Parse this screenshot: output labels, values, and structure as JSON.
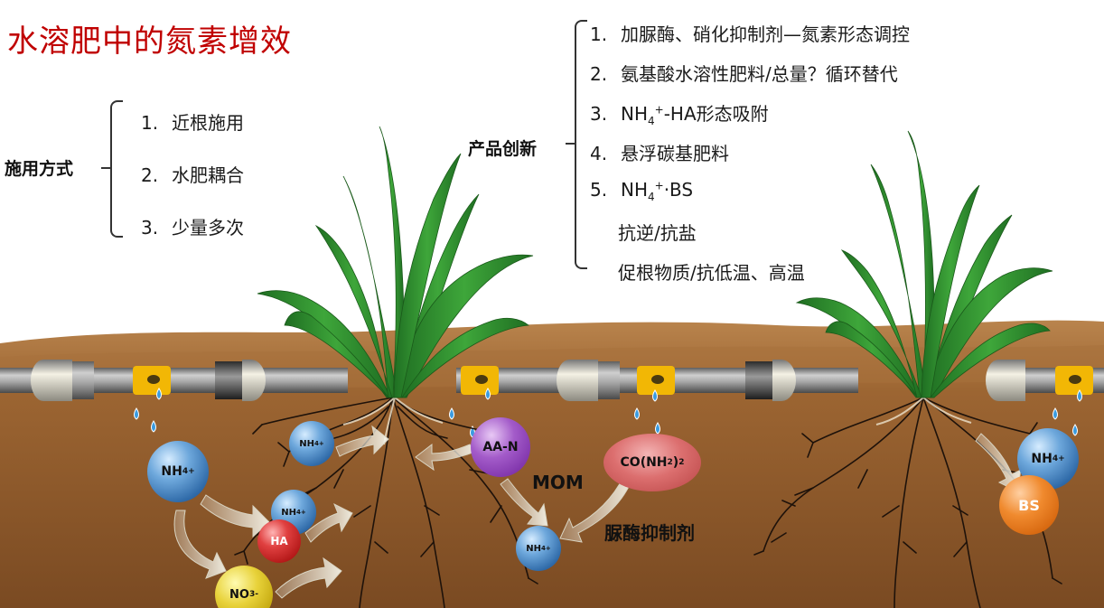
{
  "title": "水溶肥中的氮素增效",
  "application": {
    "label": "施用方式",
    "items": [
      {
        "num": "1.",
        "text": "近根施用"
      },
      {
        "num": "2.",
        "text": "水肥耦合"
      },
      {
        "num": "3.",
        "text": "少量多次"
      }
    ]
  },
  "innovation": {
    "label": "产品创新",
    "item1": {
      "num": "1.",
      "text": "加脲酶、硝化抑制剂—氮素形态调控"
    },
    "item2": {
      "num": "2.",
      "text": "氨基酸水溶性肥料/总量？循环替代"
    },
    "item3": {
      "num": "3.",
      "pre": "NH",
      "sub": "4",
      "sup": "+",
      "post": "-HA形态吸附"
    },
    "item4": {
      "num": "4.",
      "text": "悬浮碳基肥料"
    },
    "item5": {
      "num": "5.",
      "pre": "NH",
      "sub": "4",
      "sup": "+",
      "post": "·BS"
    },
    "line6": "抗逆/抗盐",
    "line7": "促根物质/抗低温、高温"
  },
  "nodes": {
    "nh4_main": {
      "pre": "NH",
      "sub": "4",
      "sup": "+"
    },
    "nh4_root1": {
      "pre": "NH",
      "sub": "4",
      "sup": "+"
    },
    "nh4_ha": {
      "pre": "NH",
      "sub": "4",
      "sup": "+"
    },
    "ha": "HA",
    "no3": {
      "pre": "NO",
      "sub": "3",
      "sup": "-"
    },
    "aa_n": "AA-N",
    "urea": {
      "pre": "CO(NH",
      "sub": "2",
      "post": ")",
      "sub2": "2"
    },
    "nh4_mid": {
      "pre": "NH",
      "sub": "4",
      "sup": "+"
    },
    "nh4_right": {
      "pre": "NH",
      "sub": "4",
      "sup": "+"
    },
    "bs": "BS"
  },
  "labels": {
    "mom": "MOM",
    "urease_inhibitor": "脲酶抑制剂"
  },
  "colors": {
    "title": "#c00000",
    "soil_top": "#b07a45",
    "soil_dark": "#7a4a22",
    "plant": "#2e8b2e",
    "pipe": "#9a9a9a",
    "emitter": "#f2b705",
    "water": "#3a9be0"
  }
}
